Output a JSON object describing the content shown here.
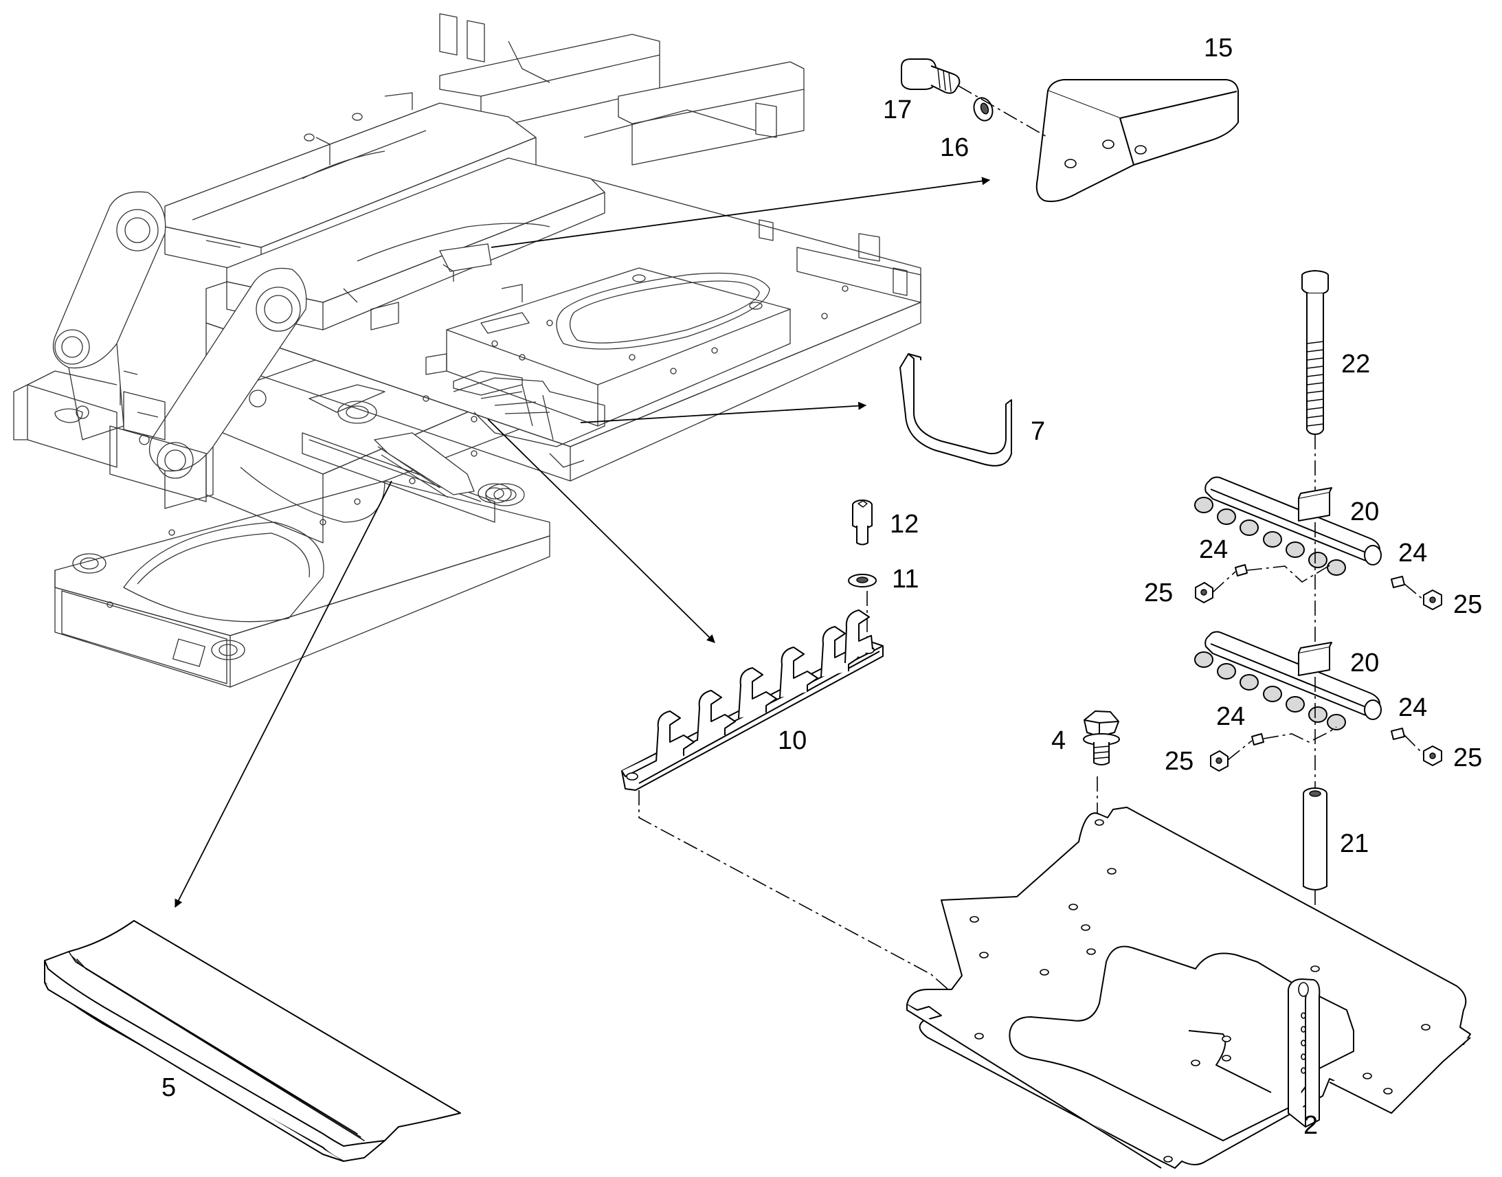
{
  "callouts": {
    "c2": "2",
    "c4": "4",
    "c5": "5",
    "c7": "7",
    "c10": "10",
    "c11": "11",
    "c12": "12",
    "c15": "15",
    "c16": "16",
    "c17": "17",
    "c20a": "20",
    "c20b": "20",
    "c21": "21",
    "c22": "22",
    "c24a": "24",
    "c24b": "24",
    "c24c": "24",
    "c24d": "24",
    "c25a": "25",
    "c25b": "25",
    "c25c": "25",
    "c25d": "25"
  }
}
